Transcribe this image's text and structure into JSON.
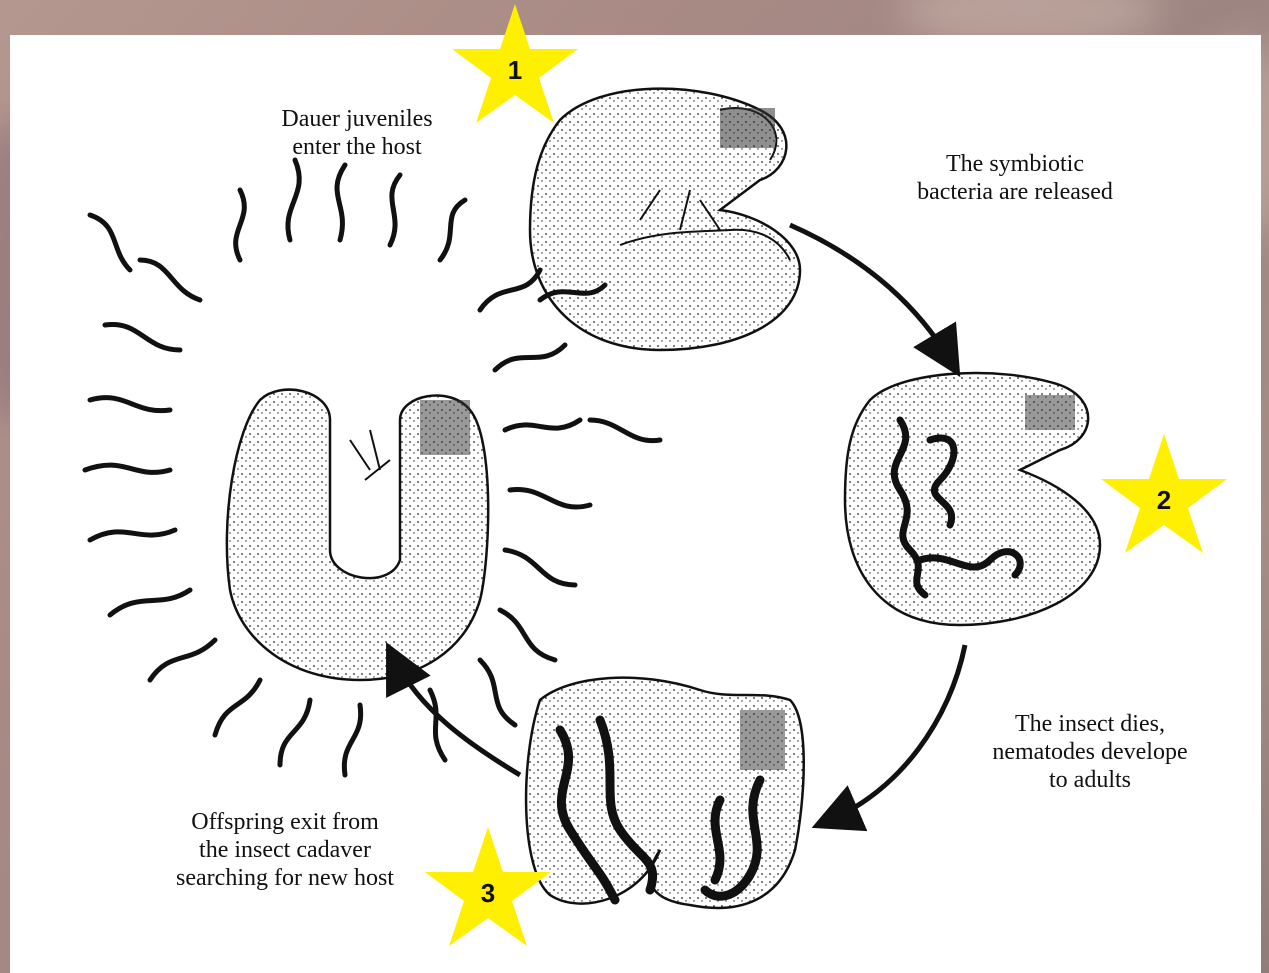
{
  "captions": {
    "enter": "Dauer juveniles\nenter the host",
    "release": "The symbiotic\nbacteria are released",
    "dies": "The insect dies,\nnematodes develope\nto adults",
    "exit": "Offspring exit from\nthe insect cadaver\nsearching for new host"
  },
  "stars": [
    {
      "label": "1"
    },
    {
      "label": "2"
    },
    {
      "label": "3"
    }
  ],
  "colors": {
    "star_fill": "#ffef00",
    "ink": "#111111",
    "card": "#ffffff"
  }
}
